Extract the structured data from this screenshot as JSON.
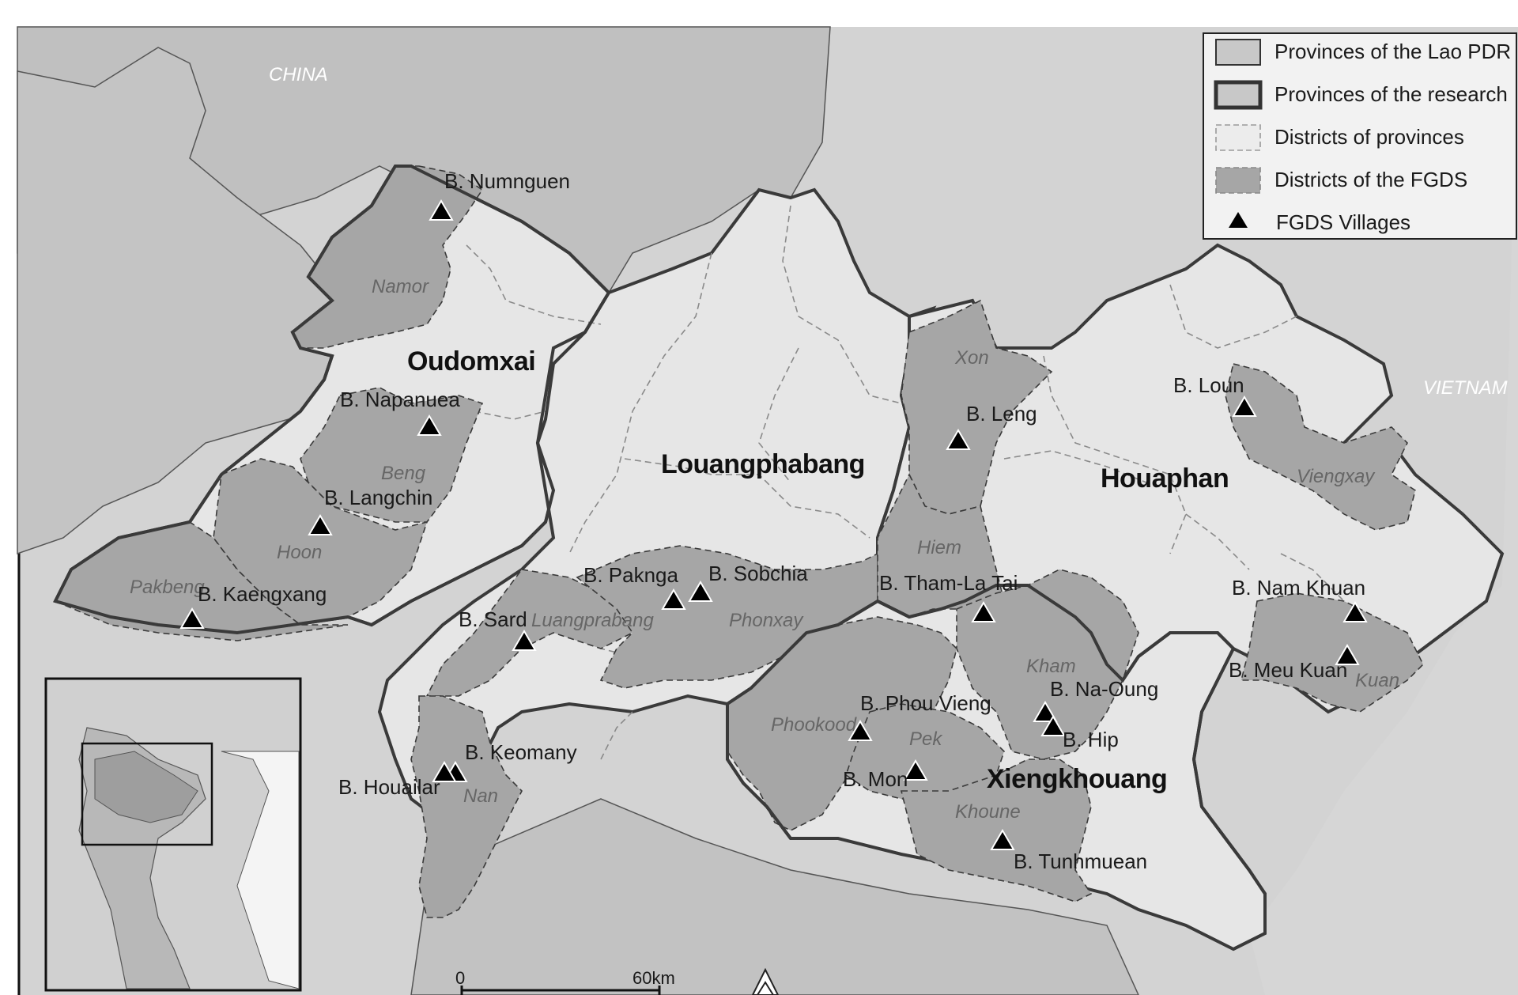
{
  "countries": [
    {
      "id": "china",
      "label": "CHINA"
    },
    {
      "id": "vietnam",
      "label": "VIETNAM"
    }
  ],
  "provinces": [
    {
      "id": "oudomxai",
      "label": "Oudomxai"
    },
    {
      "id": "louangphabang",
      "label": "Louangphabang"
    },
    {
      "id": "houaphan",
      "label": "Houaphan"
    },
    {
      "id": "xiengkhouang",
      "label": "Xiengkhouang"
    }
  ],
  "districts": [
    {
      "id": "namor",
      "label": "Namor"
    },
    {
      "id": "beng",
      "label": "Beng"
    },
    {
      "id": "hoon",
      "label": "Hoon"
    },
    {
      "id": "pakbeng",
      "label": "Pakbeng"
    },
    {
      "id": "luangprabang",
      "label": "Luangprabang"
    },
    {
      "id": "phonxay",
      "label": "Phonxay"
    },
    {
      "id": "nan",
      "label": "Nan"
    },
    {
      "id": "xon",
      "label": "Xon"
    },
    {
      "id": "hiem",
      "label": "Hiem"
    },
    {
      "id": "viengxay",
      "label": "Viengxay"
    },
    {
      "id": "kham",
      "label": "Kham"
    },
    {
      "id": "kuan",
      "label": "Kuan"
    },
    {
      "id": "phookood",
      "label": "Phookood"
    },
    {
      "id": "pek",
      "label": "Pek"
    },
    {
      "id": "khoune",
      "label": "Khoune"
    }
  ],
  "villages": [
    {
      "id": "numnguen",
      "label": "B. Numnguen"
    },
    {
      "id": "napanuea",
      "label": "B. Napanuea"
    },
    {
      "id": "langchin",
      "label": "B. Langchin"
    },
    {
      "id": "kaengxang",
      "label": "B. Kaengxang"
    },
    {
      "id": "sard",
      "label": "B. Sard"
    },
    {
      "id": "paknga",
      "label": "B. Paknga"
    },
    {
      "id": "sobchia",
      "label": "B. Sobchia"
    },
    {
      "id": "keomany",
      "label": "B. Keomany"
    },
    {
      "id": "houailar",
      "label": "B. Houailar"
    },
    {
      "id": "leng",
      "label": "B. Leng"
    },
    {
      "id": "thamlatai",
      "label": "B. Tham-La Tai"
    },
    {
      "id": "loun",
      "label": "B. Loun"
    },
    {
      "id": "namkhuan",
      "label": "B. Nam Khuan"
    },
    {
      "id": "meukuan",
      "label": "B. Meu Kuan"
    },
    {
      "id": "naoung",
      "label": "B. Na-Oung"
    },
    {
      "id": "hip",
      "label": "B. Hip"
    },
    {
      "id": "phouvieng",
      "label": "B. Phou Vieng"
    },
    {
      "id": "mon",
      "label": "B. Mon"
    },
    {
      "id": "tunhmuean",
      "label": "B. Tunhmuean"
    }
  ],
  "legend": {
    "items": [
      {
        "label": "Provinces of the Lao PDR"
      },
      {
        "label": "Provinces of the research"
      },
      {
        "label": "Districts of provinces"
      },
      {
        "label": "Districts of the FGDS"
      },
      {
        "label": "FGDS Villages"
      }
    ]
  },
  "scale": {
    "start": "0",
    "end": "60km"
  },
  "colors": {
    "background_land": "#d2d2d2",
    "china_land": "#bebebe",
    "research_province": "#e6e6e6",
    "fgds_district": "#a6a6a6",
    "boundary": "#3a3a3a",
    "district_line": "#8c8c8c"
  }
}
